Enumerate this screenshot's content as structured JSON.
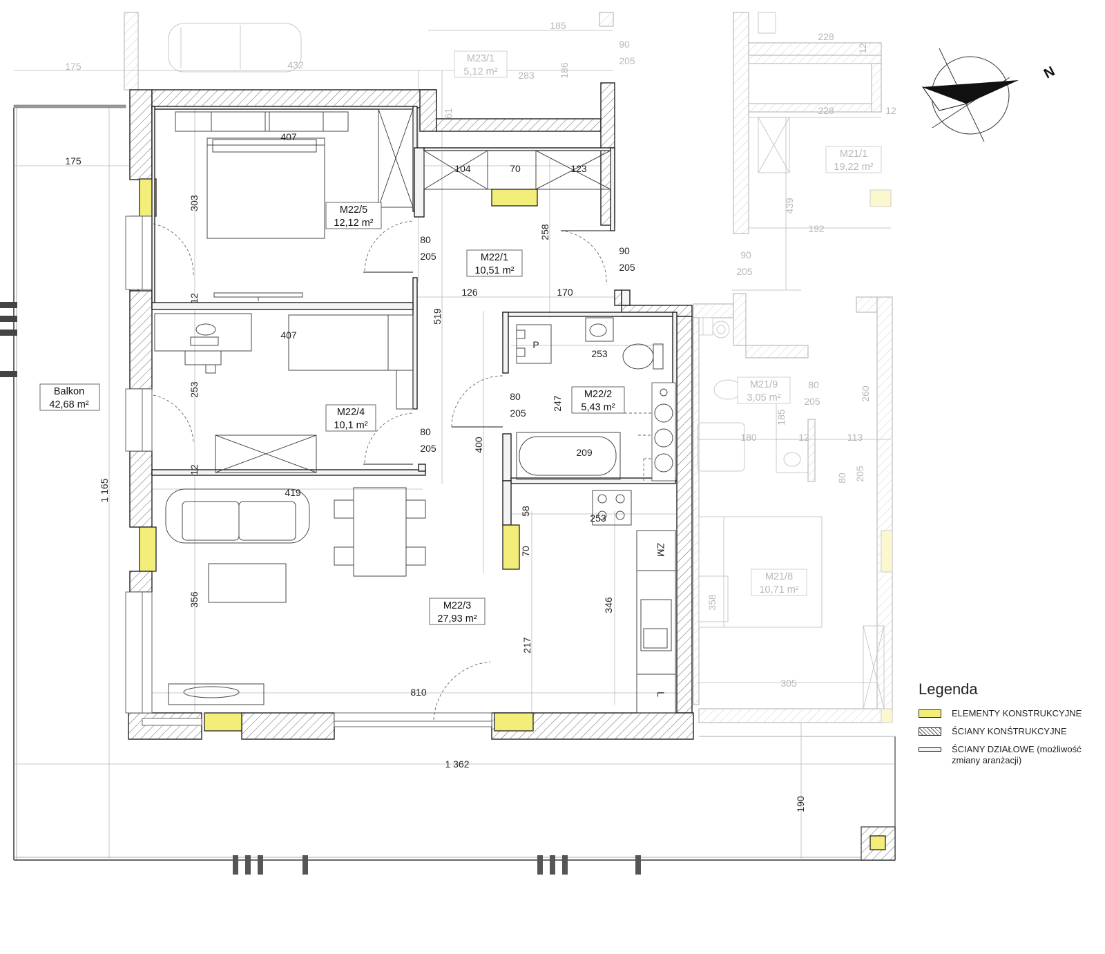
{
  "rooms": [
    {
      "code": "M22/5",
      "area": "12,12 m²"
    },
    {
      "code": "M22/1",
      "area": "10,51 m²"
    },
    {
      "code": "M22/4",
      "area": "10,1 m²"
    },
    {
      "code": "M22/2",
      "area": "5,43 m²"
    },
    {
      "code": "M22/3",
      "area": "27,93 m²"
    },
    {
      "code": "Balkon",
      "area": "42,68 m²"
    }
  ],
  "neighbor_rooms": [
    {
      "code": "M23/1",
      "area": "5,12 m²"
    },
    {
      "code": "M21/1",
      "area": "19,22 m²"
    },
    {
      "code": "M21/9",
      "area": "3,05 m²"
    },
    {
      "code": "M21/8",
      "area": "10,71 m²"
    }
  ],
  "dimensions": [
    {
      "id": "bedroom-width",
      "text": "407"
    },
    {
      "id": "bedroom-depth",
      "text": "303"
    },
    {
      "id": "room4-width",
      "text": "407"
    },
    {
      "id": "room4-depth",
      "text": "253"
    },
    {
      "id": "living-width",
      "text": "419"
    },
    {
      "id": "living-depth",
      "text": "356"
    },
    {
      "id": "total-810",
      "text": "810"
    },
    {
      "id": "total-1362",
      "text": "1 362"
    },
    {
      "id": "total-1165",
      "text": "1 165"
    },
    {
      "id": "balcony-175-top",
      "text": "175"
    },
    {
      "id": "balcony-175",
      "text": "175"
    },
    {
      "id": "balcony-190",
      "text": "190"
    },
    {
      "id": "wall-12-a",
      "text": "12"
    },
    {
      "id": "wall-12-b",
      "text": "12"
    },
    {
      "id": "hall-519",
      "text": "519"
    },
    {
      "id": "hall-126",
      "text": "126"
    },
    {
      "id": "hall-170",
      "text": "170"
    },
    {
      "id": "hall-258",
      "text": "258"
    },
    {
      "id": "hall-400",
      "text": "400"
    },
    {
      "id": "ward-104",
      "text": "104"
    },
    {
      "id": "ward-70",
      "text": "70"
    },
    {
      "id": "ward-123",
      "text": "123"
    },
    {
      "id": "bath-253",
      "text": "253"
    },
    {
      "id": "bath-247",
      "text": "247"
    },
    {
      "id": "bath-209",
      "text": "209"
    },
    {
      "id": "kitchen-253",
      "text": "253"
    },
    {
      "id": "kitchen-58",
      "text": "58"
    },
    {
      "id": "kitchen-70",
      "text": "70"
    },
    {
      "id": "kitchen-346",
      "text": "346"
    },
    {
      "id": "kitchen-217",
      "text": "217"
    },
    {
      "id": "n-432",
      "text": "432"
    },
    {
      "id": "n-185",
      "text": "185"
    },
    {
      "id": "n-283",
      "text": "283"
    },
    {
      "id": "n-186",
      "text": "186"
    },
    {
      "id": "n-61",
      "text": "61"
    },
    {
      "id": "n-228a",
      "text": "228"
    },
    {
      "id": "n-228b",
      "text": "228"
    },
    {
      "id": "n-12a",
      "text": "12"
    },
    {
      "id": "n-12b",
      "text": "12"
    },
    {
      "id": "n-439",
      "text": "439"
    },
    {
      "id": "n-192",
      "text": "192"
    },
    {
      "id": "n-180",
      "text": "180"
    },
    {
      "id": "n-12c",
      "text": "12"
    },
    {
      "id": "n-113",
      "text": "113"
    },
    {
      "id": "n-185b",
      "text": "185"
    },
    {
      "id": "n-260",
      "text": "260"
    },
    {
      "id": "n-358",
      "text": "358"
    },
    {
      "id": "n-305",
      "text": "305"
    }
  ],
  "doors": [
    {
      "id": "door-bedroom",
      "width": "80",
      "height": "205"
    },
    {
      "id": "door-entrance",
      "width": "90",
      "height": "205"
    },
    {
      "id": "door-bath",
      "width": "80",
      "height": "205"
    },
    {
      "id": "door-room4",
      "width": "80",
      "height": "205"
    },
    {
      "id": "door-top-neighbor",
      "width": "90",
      "height": "205"
    },
    {
      "id": "door-right-neighbor",
      "width": "90",
      "height": "205"
    },
    {
      "id": "door-m21-9",
      "width": "80",
      "height": "205"
    },
    {
      "id": "door-m21-8",
      "width": "80",
      "height": "205"
    }
  ],
  "fixtures": {
    "p_label": "P",
    "zm_label": "ZM",
    "l_label": "L"
  },
  "compass": {
    "north_label": "N"
  },
  "legend": {
    "title": "Legenda",
    "items": [
      {
        "swatch": "yellow",
        "label": "ELEMENTY KONSTRUKCYJNE"
      },
      {
        "swatch": "hatch",
        "label": "ŚCIANY KONŚTRUKCYJNE"
      },
      {
        "swatch": "partition",
        "label": "ŚCIANY DZIAŁOWE (możliwość zmiany aranżacji)"
      }
    ]
  },
  "colors": {
    "structural_element": "#f3ed7a",
    "wall_hatch": "#555555",
    "neighbor_grey": "#b8b8b8"
  }
}
